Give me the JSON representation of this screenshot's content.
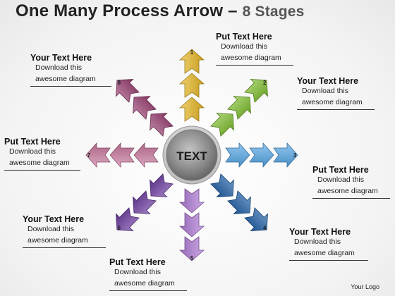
{
  "title": "One Many Process Arrow",
  "title_separator": " – ",
  "subtitle": "8 Stages",
  "center_text": "TEXT",
  "footer": "Your Logo",
  "stages": [
    {
      "number": "1",
      "color": "#e8b822",
      "heading": "Put Text Here",
      "line1": "Download this",
      "line2": "awesome diagram"
    },
    {
      "number": "2",
      "color": "#7fbf2e",
      "heading": "Your Text Here",
      "line1": "Download this",
      "line2": "awesome diagram"
    },
    {
      "number": "3",
      "color": "#55a8e8",
      "heading": "Put Text Here",
      "line1": "Download this",
      "line2": "awesome diagram"
    },
    {
      "number": "4",
      "color": "#1f5fa8",
      "heading": "Your Text Here",
      "line1": "Download this",
      "line2": "awesome diagram"
    },
    {
      "number": "5",
      "color": "#b07ad6",
      "heading": "Put Text Here",
      "line1": "Download this",
      "line2": "awesome diagram"
    },
    {
      "number": "6",
      "color": "#6b3aa0",
      "heading": "Your Text Here",
      "line1": "Download this",
      "line2": "awesome diagram"
    },
    {
      "number": "7",
      "color": "#c9779c",
      "heading": "Put Text Here",
      "line1": "Download this",
      "line2": "awesome diagram"
    },
    {
      "number": "8",
      "color": "#9a3e72",
      "heading": "Your Text Here",
      "line1": "Download this",
      "line2": "awesome diagram"
    }
  ]
}
